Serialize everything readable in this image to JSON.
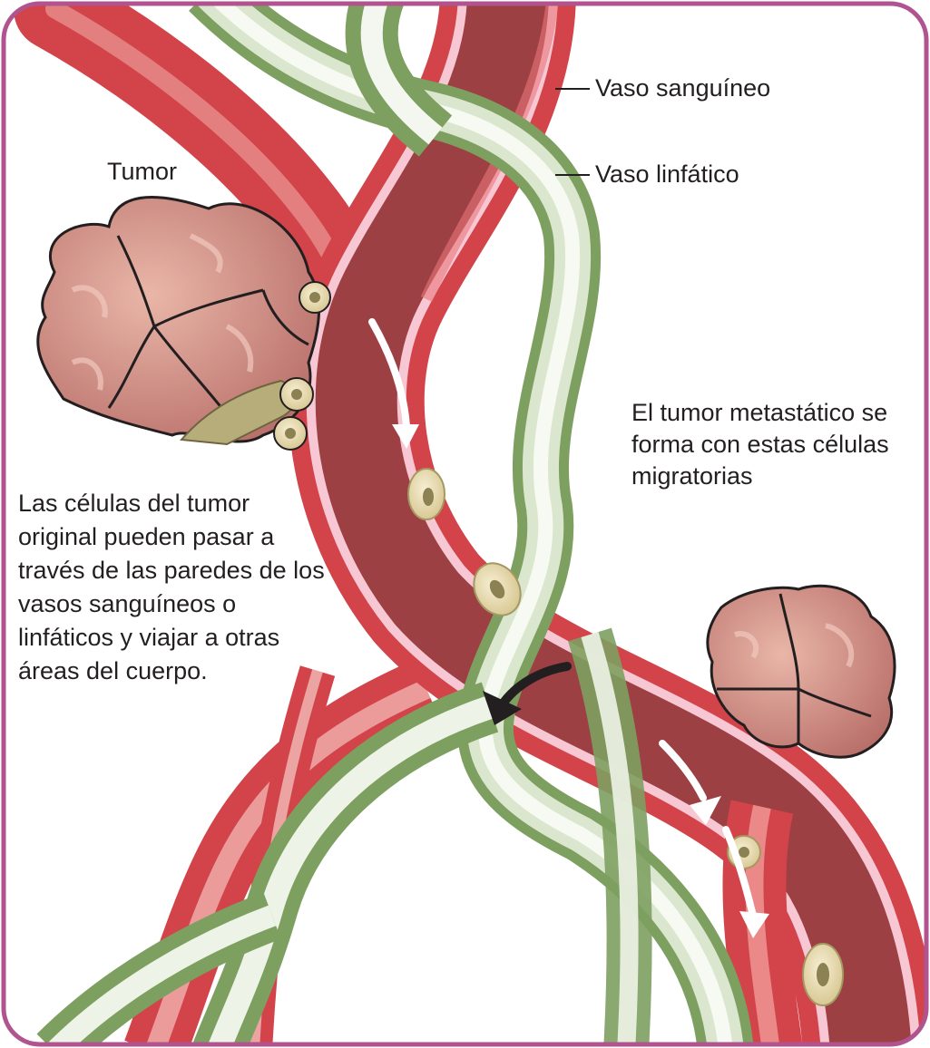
{
  "labels": {
    "tumor": "Tumor",
    "blood_vessel": "Vaso sanguíneo",
    "lymph_vessel": "Vaso linfático",
    "metastatic": [
      "El tumor metastático se",
      "forma con estas células",
      "migratorias"
    ],
    "original_cells": [
      "Las células del tumor",
      "original pueden pasar a",
      "través de las paredes de los",
      "vasos sanguíneos o",
      "linfáticos y viajar a otras",
      "áreas del cuerpo."
    ]
  },
  "colors": {
    "border": "#b0538f",
    "blood_vessel": "#d2434a",
    "blood_inner": "#9c4044",
    "vessel_wall": "#f7c8d4",
    "lymph_vessel": "#7da060",
    "lymph_highlight": "#f4f7ef",
    "tumor": "#c9837a",
    "cell": "#e9dcb2",
    "cell_nucleus": "#8c8153",
    "arrow": "#231f20"
  }
}
